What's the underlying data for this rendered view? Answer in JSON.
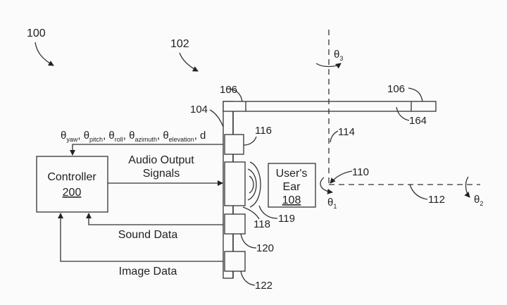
{
  "figure": {
    "ref_system": "100",
    "ref_device": "102",
    "ref_frame": "104",
    "ref_hinge_left": "106",
    "ref_hinge_right": "106",
    "ref_arm": "164",
    "ref_sensor_top": "116",
    "ref_speaker": "118",
    "ref_sound_waves": "119",
    "ref_microphone": "120",
    "ref_camera": "122",
    "ref_ear_point": "110",
    "ref_axis_horizontal": "112",
    "ref_axis_vertical": "114"
  },
  "controller": {
    "label": "Controller",
    "ref": "200"
  },
  "ear": {
    "line1": "User's",
    "line2": "Ear",
    "ref": "108"
  },
  "signals": {
    "orientation": {
      "parts": [
        {
          "sym": "θ",
          "sub": "yaw"
        },
        {
          "sym": "θ",
          "sub": "pitch"
        },
        {
          "sym": "θ",
          "sub": "roll"
        },
        {
          "sym": "θ",
          "sub": "azimuth"
        },
        {
          "sym": "θ",
          "sub": "elevation"
        }
      ],
      "distance": "d"
    },
    "audio_line1": "Audio Output",
    "audio_line2": "Signals",
    "sound": "Sound Data",
    "image": "Image Data"
  },
  "angles": {
    "theta1": {
      "sym": "θ",
      "sub": "1"
    },
    "theta2": {
      "sym": "θ",
      "sub": "2"
    },
    "theta3": {
      "sym": "θ",
      "sub": "3"
    }
  }
}
